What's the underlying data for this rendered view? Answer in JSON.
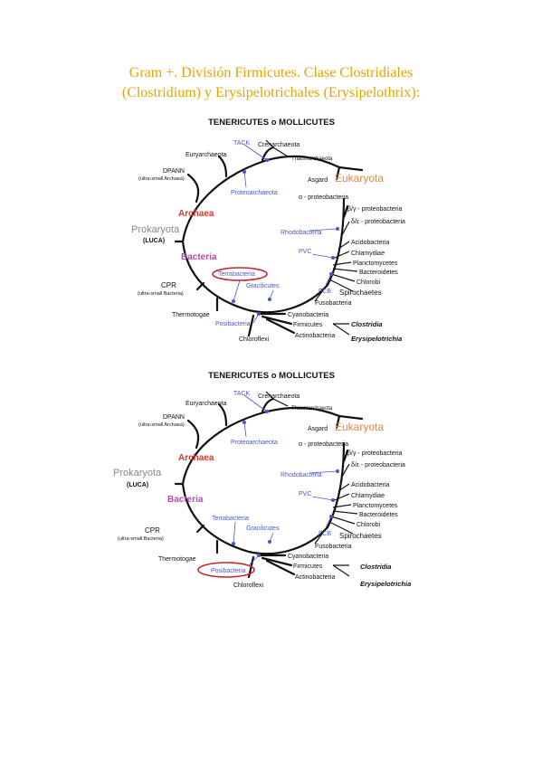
{
  "title": {
    "line1": "Gram +. División Firmicutes. Clase Clostridiales",
    "line2": "(Clostridium) y Erysipelotrichales (Erysipelothrix):"
  },
  "diagram": {
    "heading": "TENERICUTES o MOLLICUTES",
    "labels": {
      "tack": "TACK",
      "crenarchaeota": "Crenarchaeota",
      "euryarchaeota": "Euryarchaeota",
      "thaumarchaeota": "Thaumarchaeota",
      "dpann": "DPANN",
      "dpann_sub": "(ultra-small Archaea)",
      "proteoarchaeota": "Proteoarchaeota",
      "asgard": "Asgard",
      "eukaryota": "Eukaryota",
      "archaea": "Archaea",
      "alpha": "α - proteobacteria",
      "betagamma": "β/γ - proteobacteria",
      "deltaeps": "δ/ε - proteobacteria",
      "rhodobacteria": "Rhodobacteria",
      "acidobacteria": "Acidobacteria",
      "prokaryota": "Prokaryota",
      "luca": "(LUCA)",
      "chlamydiae": "Chlamydiae",
      "pvc": "PVC",
      "planctomycetes": "Planctomycetes",
      "bacteria": "Bacteria",
      "bacteroidetes": "Bacteroidetes",
      "chlorobi": "Chlorobi",
      "terrabacteria": "Terrabacteria",
      "fcb": "FCB",
      "spirochaetes": "Spirochaetes",
      "cpr": "CPR",
      "cpr_sub": "(ultra-small Bacteria)",
      "gracilicutes": "Gracilicutes",
      "fusobacteria": "Fusobacteria",
      "thermotogae": "Thermotogae",
      "cyanobacteria": "Cyanobacteria",
      "posibacteria": "Posibacteria",
      "firmicutes": "Firmicutes",
      "clostridia": "Clostridia",
      "chloroflexi": "Chloroflexi",
      "actinobacteria": "Actinobacteria",
      "erysipelotrichia": "Erysipelotrichia"
    }
  },
  "highlights": [
    "Terrabacteria",
    "Posibacteria"
  ],
  "colors": {
    "title": "#e3a400",
    "archaea": "#e03428",
    "bacteria": "#b04bb0",
    "eukaryota": "#e08a40",
    "clade_labels": "#4a57c8",
    "highlight_ring": "#c0282d"
  }
}
